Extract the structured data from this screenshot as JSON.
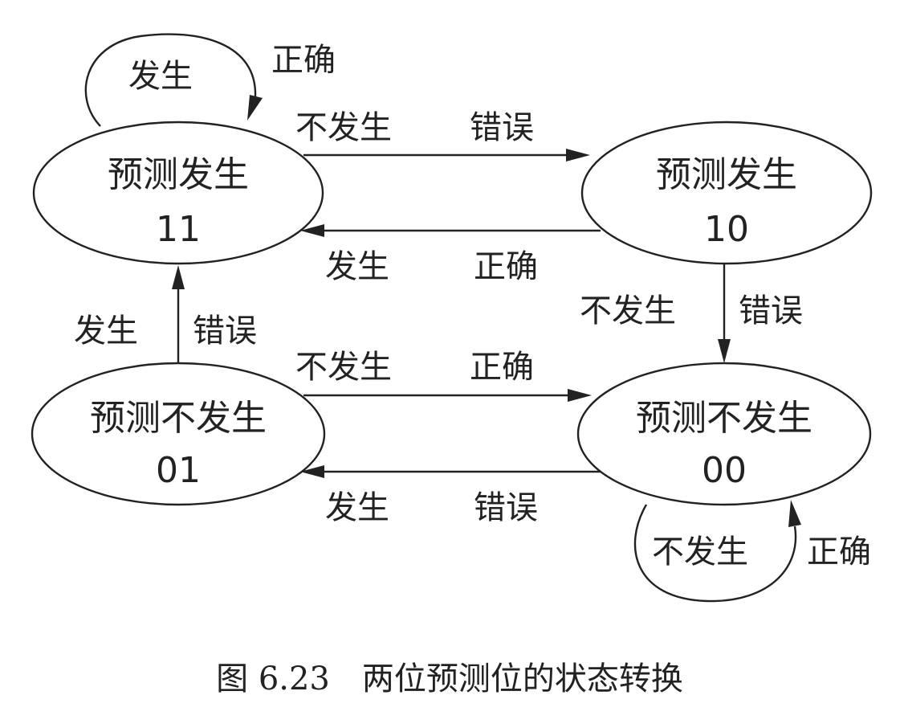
{
  "nodes": {
    "s11": {
      "label": "预测发生",
      "code": "11"
    },
    "s10": {
      "label": "预测发生",
      "code": "10"
    },
    "s01": {
      "label": "预测不发生",
      "code": "01"
    },
    "s00": {
      "label": "预测不发生",
      "code": "00"
    }
  },
  "edges": {
    "loop_11": {
      "event": "发生",
      "result": "正确"
    },
    "e11_to_10": {
      "event": "不发生",
      "result": "错误"
    },
    "e10_to_11": {
      "event": "发生",
      "result": "正确"
    },
    "e10_to_00": {
      "event": "不发生",
      "result": "错误"
    },
    "e01_to_11": {
      "event": "发生",
      "result": "错误"
    },
    "e01_to_00": {
      "event": "不发生",
      "result": "正确"
    },
    "e00_to_01": {
      "event": "发生",
      "result": "错误"
    },
    "loop_00": {
      "event": "不发生",
      "result": "正确"
    }
  },
  "caption": "图 6.23　两位预测位的状态转换",
  "colors": {
    "stroke": "#222222",
    "background": "#ffffff"
  }
}
